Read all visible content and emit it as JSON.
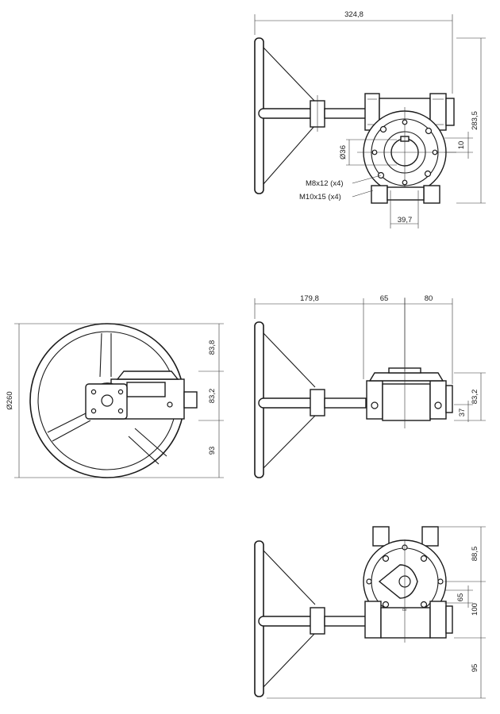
{
  "top_view": {
    "overall_width": "324,8",
    "overall_height": "283,5",
    "bore_diameter": "Ø36",
    "key_width": "10",
    "bolt_m8": "M8x12 (x4)",
    "bolt_m10": "M10x15 (x4)",
    "offset": "39,7"
  },
  "front_view": {
    "handwheel_offset": "179,8",
    "width_a": "65",
    "width_b": "80",
    "height_total": "83,2",
    "height_lower": "37"
  },
  "side_view": {
    "handwheel_diameter": "Ø260",
    "upper": "83,8",
    "middle": "83,2",
    "lower": "93"
  },
  "bottom_view": {
    "upper": "88,5",
    "key": "65",
    "middle": "100",
    "lower": "95"
  },
  "markings": {
    "pointer_text": "Dir"
  }
}
